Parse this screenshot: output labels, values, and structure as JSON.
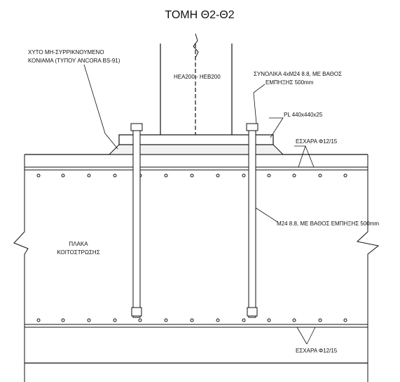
{
  "title": "ΤΟΜΗ Θ2-Θ2",
  "labels": {
    "grout_line1": "ΧΥΤΟ ΜΗ-ΣΥΡΡΙΚΝΟΥΜΕΝΟ",
    "grout_line2": "ΚΟΝΙΑΜΑ (ΤΥΠΟΥ ANCORA BS-91)",
    "column_section": "HEA200 - HEB200",
    "bolts_line1": "ΣΥΝΟΛΙΚΑ 4xM24 8.8, ΜΕ ΒΑΘΟΣ",
    "bolts_line2": "ΕΜΠΗΞΗΣ 500mm",
    "base_plate": "PL 440x440x25",
    "rebar_top": "ΕΣΧΑΡΑ Φ12/15",
    "bolt_spec": "Μ24 8.8, ΜΕ ΒΑΘΟΣ ΕΜΠΗΞΗΣ 500mm",
    "slab_line1": "ΠΛΑΚΑ",
    "slab_line2": "ΚΟΙΤΟΣΤΡΩΣΗΣ",
    "rebar_bottom": "ΕΣΧΑΡΑ Φ12/15"
  }
}
